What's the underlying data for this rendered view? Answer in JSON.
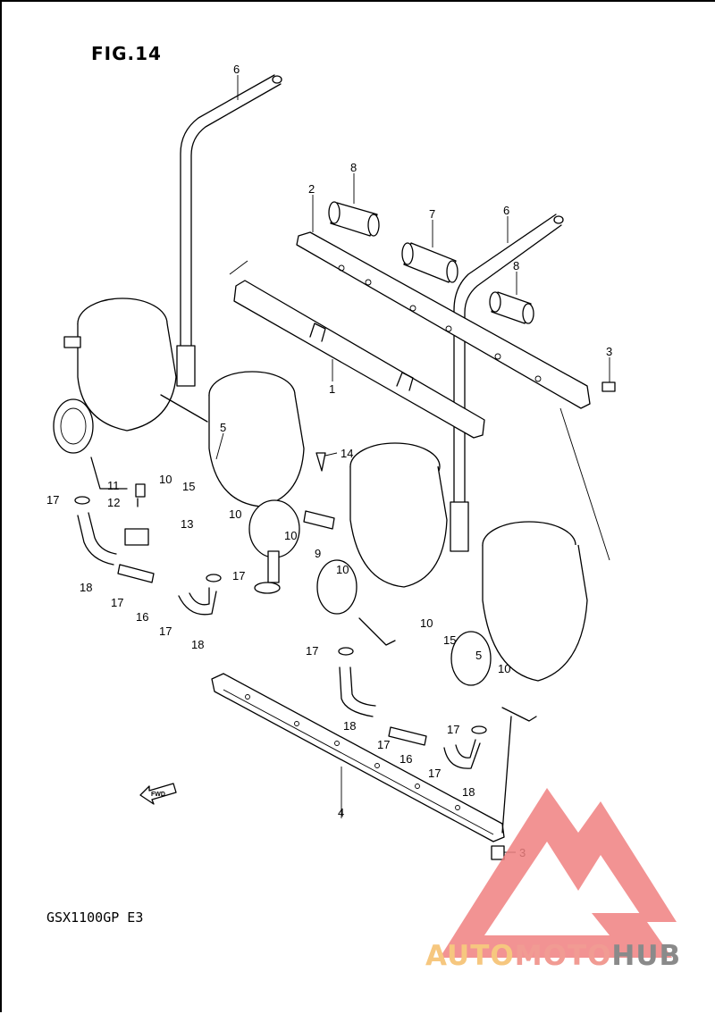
{
  "figure": {
    "title": "FIG.14",
    "model_code": "GSX1100GP E3"
  },
  "diagram": {
    "fwd_label": "FWD",
    "callouts": [
      {
        "id": "c6a",
        "label": "6"
      },
      {
        "id": "c8a",
        "label": "8"
      },
      {
        "id": "c2",
        "label": "2"
      },
      {
        "id": "c7",
        "label": "7"
      },
      {
        "id": "c6b",
        "label": "6"
      },
      {
        "id": "c8b",
        "label": "8"
      },
      {
        "id": "c3a",
        "label": "3"
      },
      {
        "id": "c1",
        "label": "1"
      },
      {
        "id": "c5a",
        "label": "5"
      },
      {
        "id": "c14",
        "label": "14"
      },
      {
        "id": "c10a",
        "label": "10"
      },
      {
        "id": "c15a",
        "label": "15"
      },
      {
        "id": "c11",
        "label": "11"
      },
      {
        "id": "c17a",
        "label": "17"
      },
      {
        "id": "c12",
        "label": "12"
      },
      {
        "id": "c10b",
        "label": "10"
      },
      {
        "id": "c13",
        "label": "13"
      },
      {
        "id": "c10c",
        "label": "10"
      },
      {
        "id": "c9",
        "label": "9"
      },
      {
        "id": "c10d",
        "label": "10"
      },
      {
        "id": "c17b",
        "label": "17"
      },
      {
        "id": "c18a",
        "label": "18"
      },
      {
        "id": "c17c",
        "label": "17"
      },
      {
        "id": "c16a",
        "label": "16"
      },
      {
        "id": "c17d",
        "label": "17"
      },
      {
        "id": "c18b",
        "label": "18"
      },
      {
        "id": "c10e",
        "label": "10"
      },
      {
        "id": "c15b",
        "label": "15"
      },
      {
        "id": "c5b",
        "label": "5"
      },
      {
        "id": "c10f",
        "label": "10"
      },
      {
        "id": "c17e",
        "label": "17"
      },
      {
        "id": "c18c",
        "label": "18"
      },
      {
        "id": "c17f",
        "label": "17"
      },
      {
        "id": "c16b",
        "label": "16"
      },
      {
        "id": "c17g",
        "label": "17"
      },
      {
        "id": "c17h",
        "label": "17"
      },
      {
        "id": "c18d",
        "label": "18"
      },
      {
        "id": "c4",
        "label": "4"
      },
      {
        "id": "c3b",
        "label": "3"
      }
    ]
  },
  "watermark": {
    "words": [
      "AUTO",
      "MOTO",
      "HUB"
    ],
    "colors": {
      "auto": "#f6c77f",
      "moto": "#f19b93",
      "hub": "#8a8a8a",
      "mark": "#f08080"
    }
  }
}
